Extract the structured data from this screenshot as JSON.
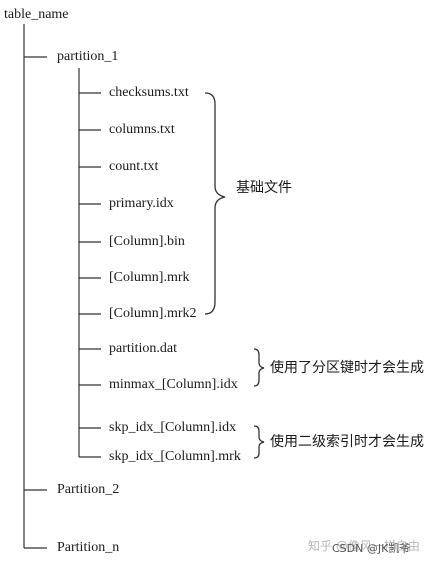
{
  "root": {
    "label": "table_name"
  },
  "partitions": [
    {
      "label": "partition_1"
    },
    {
      "label": "Partition_2"
    },
    {
      "label": "Partition_n"
    }
  ],
  "files": [
    "checksums.txt",
    "columns.txt",
    "count.txt",
    "primary.idx",
    "[Column].bin",
    "[Column].mrk",
    "[Column].mrk2",
    "partition.dat",
    "minmax_[Column].idx",
    "skp_idx_[Column].idx",
    "skp_idx_[Column].mrk"
  ],
  "groups": [
    {
      "label": "基础文件"
    },
    {
      "label": "使用了分区键时才会生成"
    },
    {
      "label": "使用二级索引时才会生成"
    }
  ],
  "watermark": {
    "light": "知乎 @像风一样自由",
    "dark": "CSDN @JK凯爷"
  }
}
